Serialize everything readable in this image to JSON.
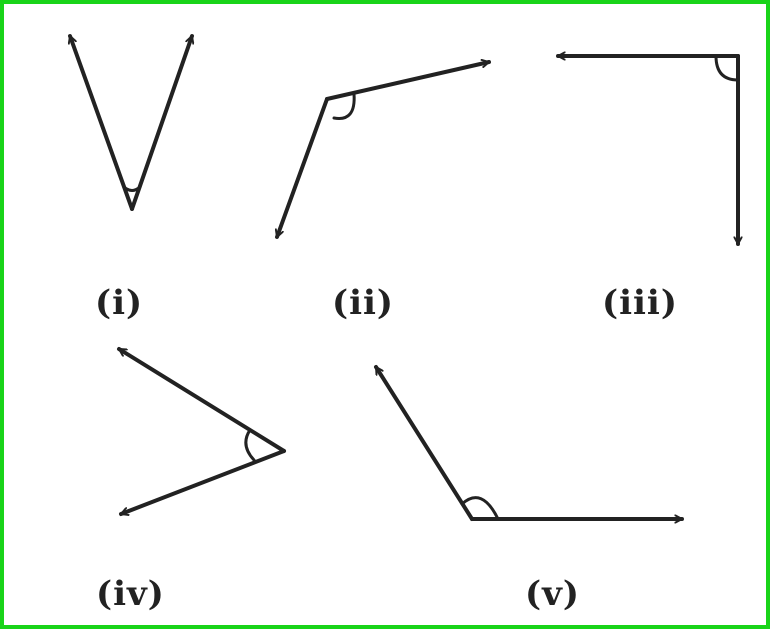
{
  "figure": {
    "border_color": "#19d419",
    "line_color": "#222222",
    "angles": [
      {
        "id": "i",
        "label": "(i)",
        "type": "acute"
      },
      {
        "id": "ii",
        "label": "(ii)",
        "type": "obtuse"
      },
      {
        "id": "iii",
        "label": "(iii)",
        "type": "right"
      },
      {
        "id": "iv",
        "label": "(iv)",
        "type": "acute"
      },
      {
        "id": "v",
        "label": "(v)",
        "type": "obtuse"
      }
    ]
  }
}
